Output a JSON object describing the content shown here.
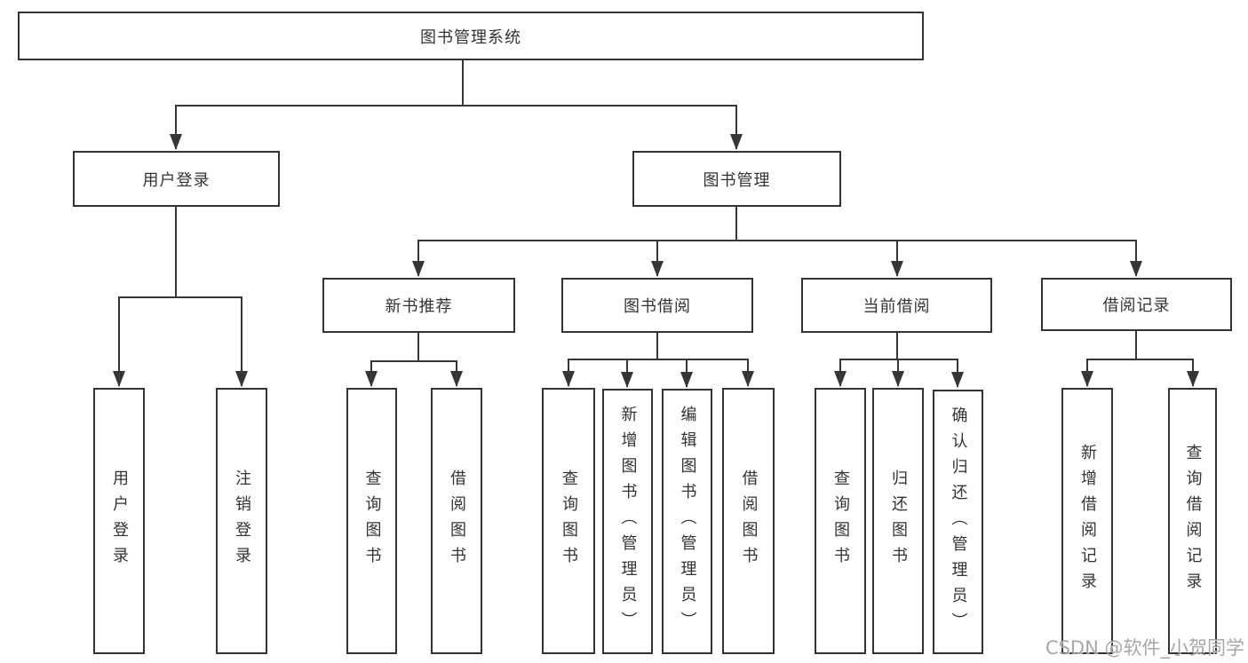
{
  "tree": {
    "label": "图书管理系统",
    "children": [
      {
        "label": "用户登录",
        "children": [
          {
            "label": "用户登录"
          },
          {
            "label": "注销登录"
          }
        ]
      },
      {
        "label": "图书管理",
        "children": [
          {
            "label": "新书推荐",
            "children": [
              {
                "label": "查询图书"
              },
              {
                "label": "借阅图书"
              }
            ]
          },
          {
            "label": "图书借阅",
            "children": [
              {
                "label": "查询图书"
              },
              {
                "label": "新增图书（管理员）"
              },
              {
                "label": "编辑图书（管理员）"
              },
              {
                "label": "借阅图书"
              }
            ]
          },
          {
            "label": "当前借阅",
            "children": [
              {
                "label": "查询图书"
              },
              {
                "label": "归还图书"
              },
              {
                "label": "确认归还（管理员）"
              }
            ]
          },
          {
            "label": "借阅记录",
            "children": [
              {
                "label": "新增借阅记录"
              },
              {
                "label": "查询借阅记录"
              }
            ]
          }
        ]
      }
    ]
  },
  "watermark": {
    "text": "CSDN @软件_小贺同学"
  },
  "colors": {
    "line": "#363636",
    "box_border": "#333333",
    "text": "#333333",
    "background": "#ffffff",
    "watermark": "#9e9e9e"
  }
}
